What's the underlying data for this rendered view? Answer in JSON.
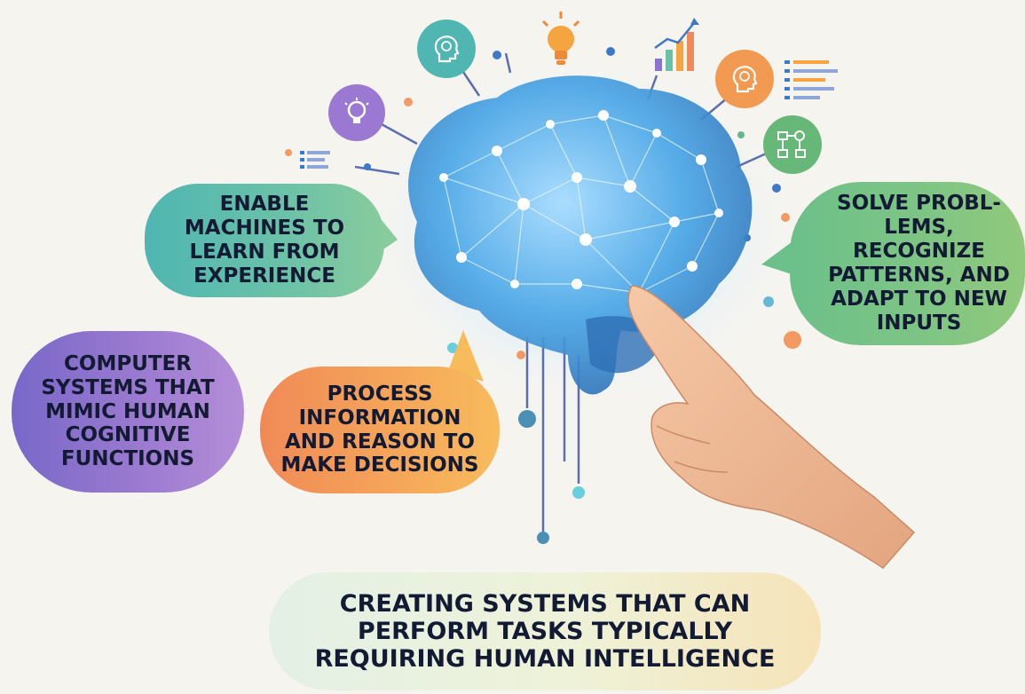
{
  "bubbles": {
    "learn": "ENABLE MACHINES TO LEARN FROM EXPERIENCE",
    "solve": "SOLVE PROBL- LEMS, RECOGNIZE PATTERNS, AND ADAPT TO NEW INPUTS",
    "mimic": "COMPUTER SYSTEMS THAT MIMIC HUMAN COGNITIVE FUNCTIONS",
    "process": "PROCESS INFORMATION AND REASON TO MAKE DECISIONS"
  },
  "banner": "CREATING SYSTEMS THAT CAN PERFORM TASKS TYPICALLY REQUIRING HUMAN INTELLIGENCE",
  "icons": [
    "lightbulb-icon",
    "head-brain-icon",
    "lightbulb-icon",
    "bar-chart-icon",
    "head-brain-icon",
    "list-icon",
    "flowchart-icon"
  ],
  "colors": {
    "brain": "#4aa6e6",
    "learn": "#5fbcae",
    "solve": "#7fc584",
    "mimic": "#9b7ad0",
    "process": "#f5a559",
    "text": "#131a33"
  }
}
